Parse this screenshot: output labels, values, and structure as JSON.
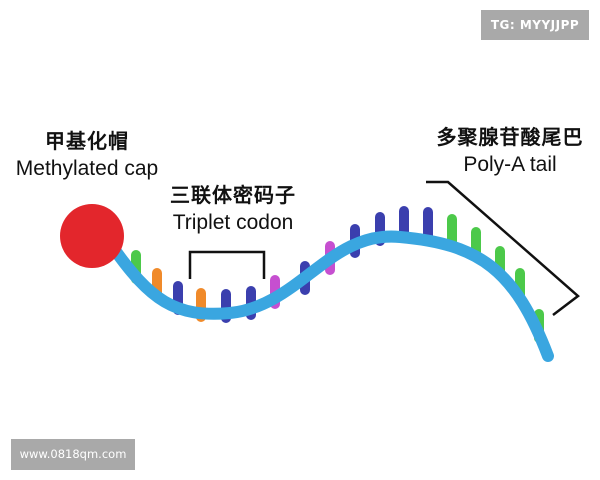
{
  "watermarks": {
    "top": "TG: MYYJJPP",
    "bottom": "www.0818qm.com"
  },
  "labels": {
    "cap": {
      "zh": "甲基化帽",
      "en": "Methylated cap"
    },
    "triplet": {
      "zh": "三联体密码子",
      "en": "Triplet codon"
    },
    "polya": {
      "zh": "多聚腺苷酸尾巴",
      "en": "Poly-A tail"
    }
  },
  "colors": {
    "strand": "#3aa6e0",
    "cap": "#e3262c",
    "base_green": "#4cc94a",
    "base_orange": "#f08a2a",
    "base_navy": "#3b3fae",
    "base_purple": "#c64fd0",
    "bracket": "#111111"
  }
}
